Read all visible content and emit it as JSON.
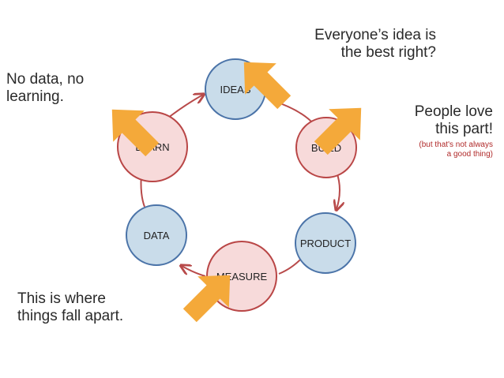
{
  "colors": {
    "orange": "#f4a93a",
    "cycle_red": "#b84a4a",
    "red_fill": "#f7dada",
    "red_stroke": "#b94646",
    "blue_fill": "#c9dcea",
    "blue_stroke": "#4a73a8",
    "note_red": "#b02a2a"
  },
  "icons": {
    "pointer": "orange-arrow-icon",
    "flow": "cycle-arrowhead-icon"
  },
  "cycle": {
    "nodes": [
      {
        "id": "ideas",
        "label": "IDEAS",
        "kind": "blue"
      },
      {
        "id": "build",
        "label": "BUILD",
        "kind": "red"
      },
      {
        "id": "product",
        "label": "PRODUCT",
        "kind": "blue"
      },
      {
        "id": "measure",
        "label": "MEASURE",
        "kind": "red"
      },
      {
        "id": "data",
        "label": "DATA",
        "kind": "blue"
      },
      {
        "id": "learn",
        "label": "LEARN",
        "kind": "red"
      }
    ]
  },
  "annotations": {
    "top_line1": "Everyone’s idea is",
    "top_line2": "the best right?",
    "left_line1": "No data, no",
    "left_line2": "learning.",
    "right_line1": "People love",
    "right_line2": "this part!",
    "right_note1": "(but that's not always",
    "right_note2": "a good thing)",
    "bottom_line1": "This is where",
    "bottom_line2": "things fall apart."
  }
}
